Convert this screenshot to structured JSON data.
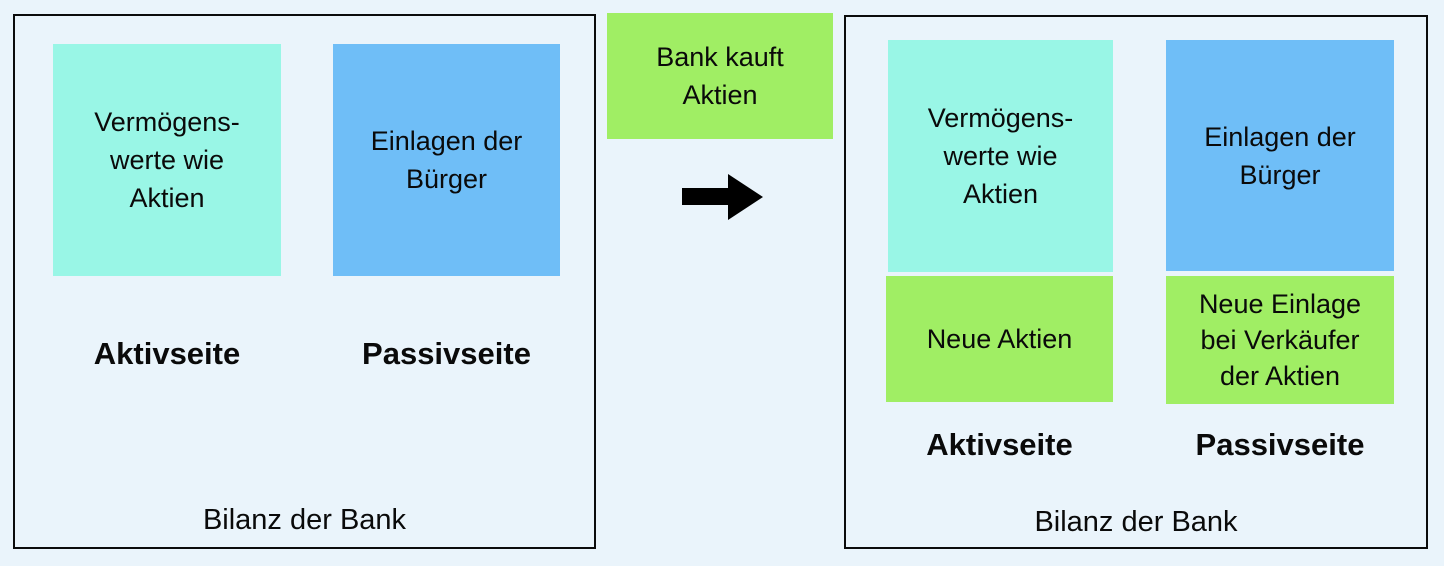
{
  "colors": {
    "background": "#EAF4FB",
    "panel_border": "#0B0B0B",
    "cyan_box": "#99F6E6",
    "blue_box": "#6FBEF7",
    "green_box": "#A0EE64",
    "arrow": "#000000",
    "text": "#0A0A0A"
  },
  "before_panel": {
    "assets_box_label": "Vermögens-\nwerte wie\nAktien",
    "liabilities_box_label": "Einlagen der\nBürger",
    "assets_side_label": "Aktivseite",
    "liabilities_side_label": "Passivseite",
    "caption": "Bilanz der Bank"
  },
  "transition": {
    "event_label": "Bank kauft\nAktien",
    "arrow_icon": "arrow-right-icon"
  },
  "after_panel": {
    "assets_box_label": "Vermögens-\nwerte wie\nAktien",
    "new_assets_box_label": "Neue Aktien",
    "liabilities_box_label": "Einlagen der\nBürger",
    "new_liabilities_box_label": "Neue Einlage\nbei Verkäufer\nder Aktien",
    "assets_side_label": "Aktivseite",
    "liabilities_side_label": "Passivseite",
    "caption": "Bilanz der Bank"
  }
}
